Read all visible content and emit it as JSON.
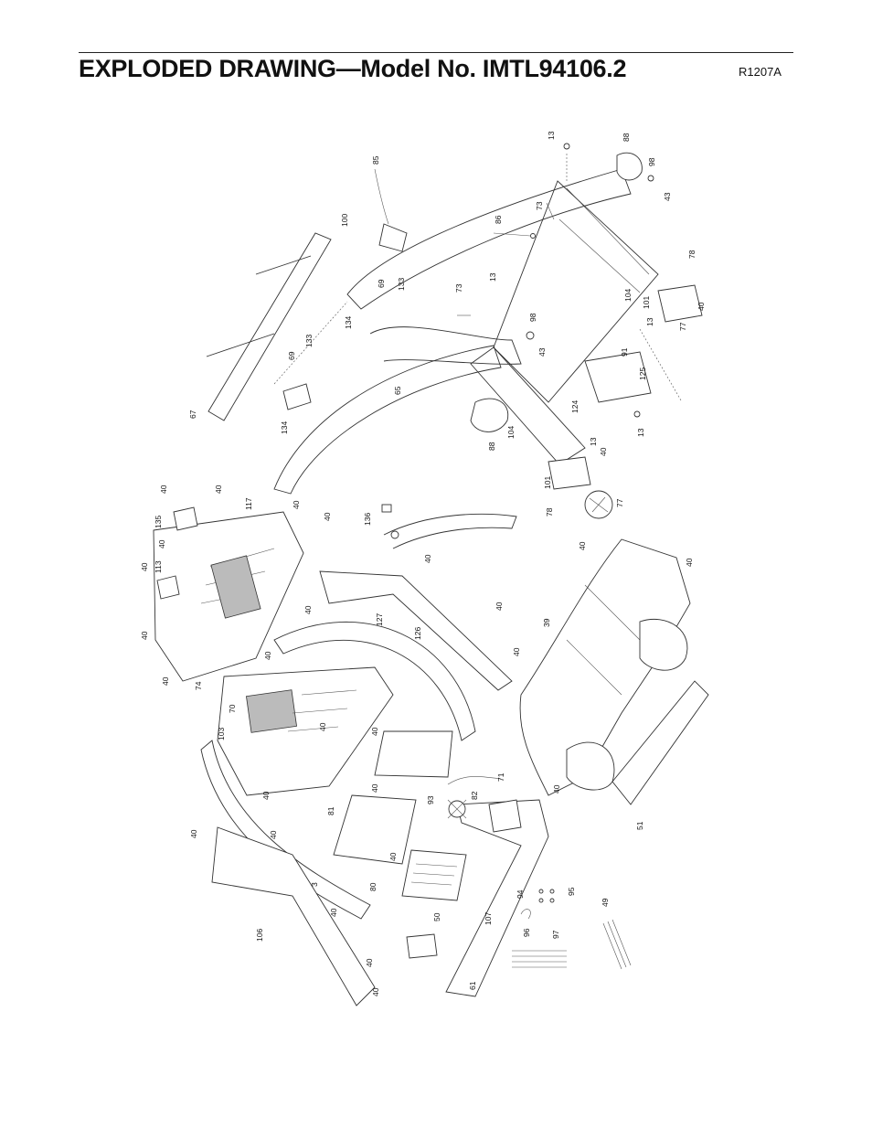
{
  "header": {
    "title": "EXPLODED DRAWING—Model No. IMTL94106.2",
    "code": "R1207A"
  },
  "callouts": [
    "13",
    "88",
    "98",
    "43",
    "85",
    "73",
    "86",
    "100",
    "78",
    "69",
    "133",
    "13",
    "73",
    "104",
    "101",
    "40",
    "13",
    "77",
    "134",
    "98",
    "43",
    "91",
    "125",
    "69",
    "133",
    "124",
    "13",
    "65",
    "67",
    "134",
    "88",
    "104",
    "13",
    "40",
    "101",
    "78",
    "77",
    "136",
    "40",
    "135",
    "117",
    "40",
    "40",
    "40",
    "113",
    "40",
    "40",
    "40",
    "127",
    "40",
    "40",
    "39",
    "40",
    "126",
    "40",
    "40",
    "74",
    "40",
    "70",
    "103",
    "40",
    "40",
    "40",
    "40",
    "71",
    "82",
    "93",
    "81",
    "40",
    "40",
    "40",
    "51",
    "40",
    "80",
    "40",
    "3",
    "40",
    "94",
    "95",
    "49",
    "50",
    "107",
    "96",
    "97",
    "106",
    "40",
    "40",
    "61"
  ]
}
